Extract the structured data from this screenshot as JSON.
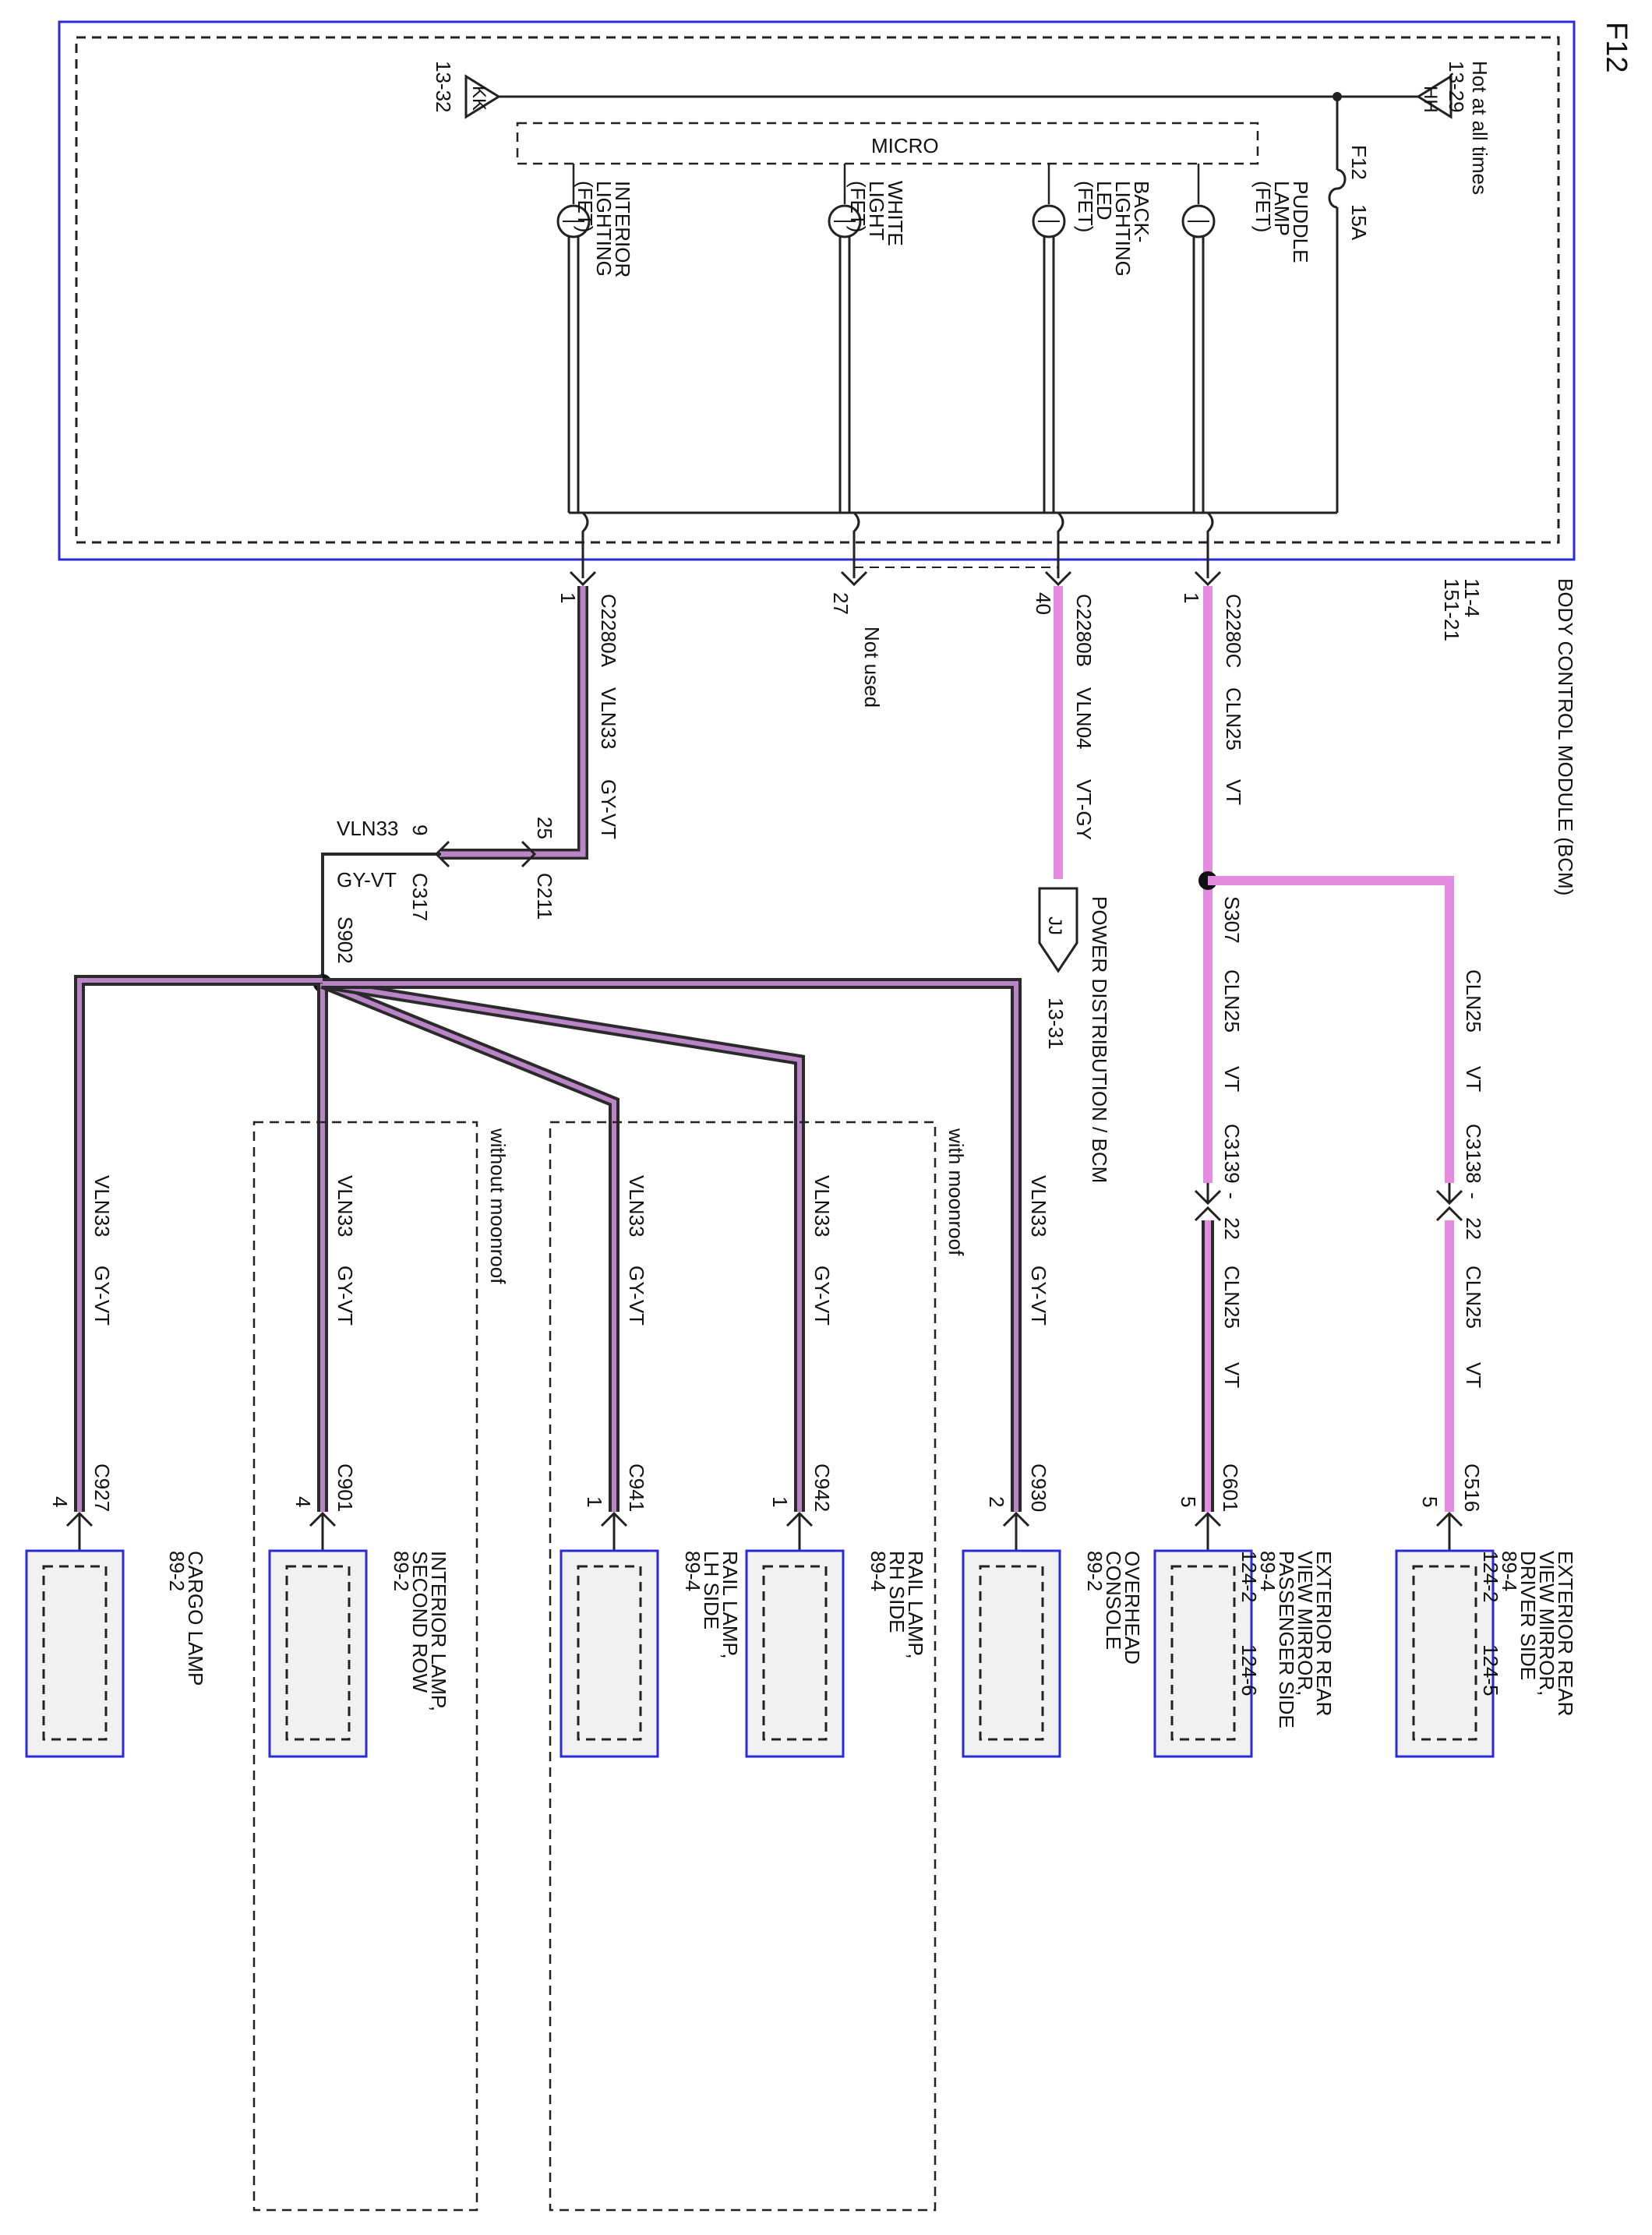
{
  "page_label": "F12",
  "bcm": {
    "name": "BODY CONTROL MODULE (BCM)",
    "refs": "11-4\n151-21",
    "micro_label": "MICRO",
    "hot_label": "Hot at all times",
    "hot_tag": "HH",
    "hot_ref": "13-29",
    "kk_tag": "KK",
    "kk_ref": "13-32",
    "fuse_id": "F12",
    "fuse_rating": "15A",
    "fets": [
      {
        "label": "INTERIOR\nLIGHTING\n(FET)"
      },
      {
        "label": "WHITE\nLIGHT\n(FET)"
      },
      {
        "label": "BACK-\nLIGHTING\nLED\n(FET)"
      },
      {
        "label": "PUDDLE\nLAMP\n(FET)"
      }
    ]
  },
  "bcm_pins": [
    {
      "pin": "1",
      "connector": "C2280A",
      "circuit": "VLN33",
      "color": "GY-VT"
    },
    {
      "pin": "27",
      "connector": "",
      "circuit": "Not used",
      "color": ""
    },
    {
      "pin": "40",
      "connector": "C2280B",
      "circuit": "VLN04",
      "color": "VT-GY"
    },
    {
      "pin": "1",
      "connector": "C2280C",
      "circuit": "CLN25",
      "color": "VT"
    }
  ],
  "inline": {
    "c211": "C211",
    "c211_pin": "25",
    "c317": "C317",
    "c317_pin": "9",
    "circuit": "VLN33",
    "color": "GY-VT",
    "splice": "S902"
  },
  "power_dist": {
    "tag": "JJ",
    "label": "POWER DISTRIBUTION / BCM",
    "ref": "13-31"
  },
  "right_branch": {
    "splice": "S307",
    "circuit": "CLN25",
    "color": "VT",
    "c3139": "C3139",
    "c3138": "C3138",
    "dash": "-",
    "pin22": "22"
  },
  "options": {
    "with_moonroof": "with moonroof",
    "without_moonroof": "without moonroof"
  },
  "components": [
    {
      "name": "EXTERIOR REAR\nVIEW MIRROR,\nDRIVER SIDE",
      "refs": "89-4\n124-2",
      "ref2": "124-5",
      "connector": "C516",
      "pin": "5",
      "circuit": "CLN25",
      "color": "VT"
    },
    {
      "name": "EXTERIOR REAR\nVIEW MIRROR,\nPASSENGER SIDE",
      "refs": "89-4\n124-2",
      "ref2": "124-6",
      "connector": "C601",
      "pin": "5",
      "circuit": "CLN25",
      "color": "VT"
    },
    {
      "name": "OVERHEAD\nCONSOLE",
      "refs": "89-2",
      "ref2": "",
      "connector": "C930",
      "pin": "2",
      "circuit": "VLN33",
      "color": "GY-VT"
    },
    {
      "name": "RAIL LAMP,\nRH SIDE",
      "refs": "89-4",
      "ref2": "",
      "connector": "C942",
      "pin": "1",
      "circuit": "VLN33",
      "color": "GY-VT"
    },
    {
      "name": "RAIL LAMP,\nLH SIDE",
      "refs": "89-4",
      "ref2": "",
      "connector": "C941",
      "pin": "1",
      "circuit": "VLN33",
      "color": "GY-VT"
    },
    {
      "name": "INTERIOR LAMP,\nSECOND ROW",
      "refs": "89-2",
      "ref2": "",
      "connector": "C901",
      "pin": "4",
      "circuit": "VLN33",
      "color": "GY-VT"
    },
    {
      "name": "CARGO LAMP",
      "refs": "89-2",
      "ref2": "",
      "connector": "C927",
      "pin": "4",
      "circuit": "VLN33",
      "color": "GY-VT"
    }
  ],
  "colors": {
    "pink_wire": "#e58be0",
    "dark_wire": "#2a2a2a",
    "gy_vt_core": "#b985c6",
    "box_border": "#2b2bd6"
  }
}
